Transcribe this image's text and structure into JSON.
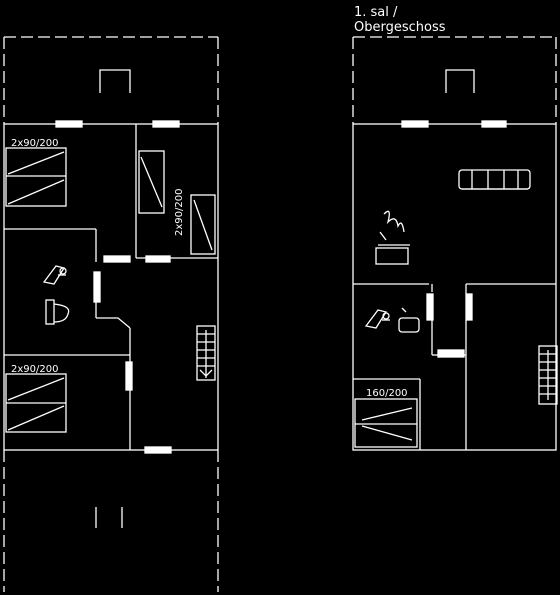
{
  "floors": {
    "upper": {
      "title_line1": "1. sal /",
      "title_line2": "Obergeschoss"
    }
  },
  "labels": {
    "bed_top_left": "2x90/200",
    "bed_top_center": "2x90/200",
    "bed_bottom_left": "2x90/200",
    "bed_upper": "160/200"
  },
  "colors": {
    "background": "#000000",
    "line": "#ffffff"
  }
}
